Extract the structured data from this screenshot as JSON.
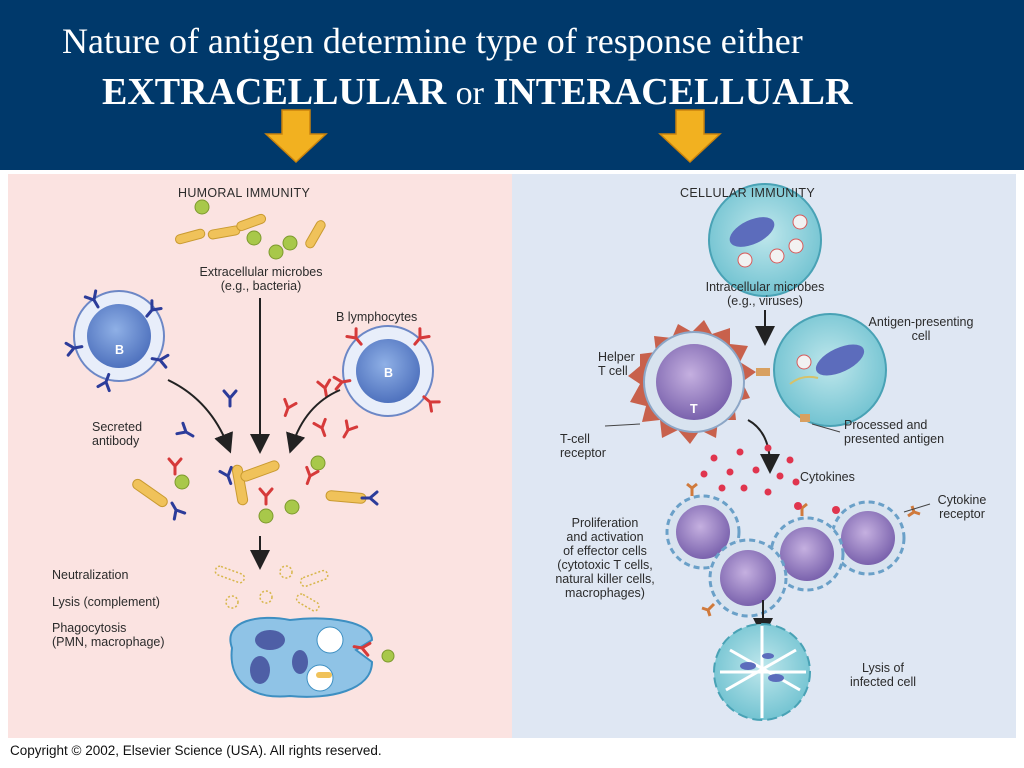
{
  "slide": {
    "title_line1": "Nature of antigen determine type of response either",
    "title_line2_bold1": "EXTRACELLULAR",
    "title_line2_or": "or",
    "title_line2_bold2": "INTERACELLUALR"
  },
  "figure": {
    "humoral": {
      "header": "HUMORAL IMMUNITY",
      "extracellular_microbes": "Extracellular microbes\n(e.g., bacteria)",
      "b_lymphocytes": "B lymphocytes",
      "b_cell_letter": "B",
      "secreted_antibody": "Secreted\nantibody",
      "neutralization": "Neutralization",
      "lysis_complement": "Lysis (complement)",
      "phagocytosis": "Phagocytosis\n(PMN, macrophage)"
    },
    "cellular": {
      "header": "CELLULAR IMMUNITY",
      "intracellular_microbes": "Intracellular microbes\n(e.g., viruses)",
      "antigen_presenting_cell": "Antigen-presenting\ncell",
      "helper_t_cell": "Helper\nT cell",
      "t_cell_letter": "T",
      "processed_antigen": "Processed and\npresented antigen",
      "t_cell_receptor": "T-cell\nreceptor",
      "cytokines": "Cytokines",
      "cytokine_receptor": "Cytokine\nreceptor",
      "proliferation": "Proliferation\nand activation\nof effector cells\n(cytotoxic T cells,\nnatural killer cells,\nmacrophages)",
      "lysis_infected": "Lysis of\ninfected cell"
    },
    "copyright": "Copyright © 2002, Elsevier Science (USA). All rights reserved."
  },
  "colors": {
    "banner": "#00396b",
    "arrow": "#f2b120",
    "humoral_bg": "#fbe3e1",
    "cellular_bg": "#dfe7f3",
    "cell_blue": "#5b7dc4",
    "antibody_blue": "#2c3c9a",
    "antibody_red": "#d63a3a",
    "microbe_yellow": "#f0c25a",
    "microbe_green": "#a8c84a"
  }
}
